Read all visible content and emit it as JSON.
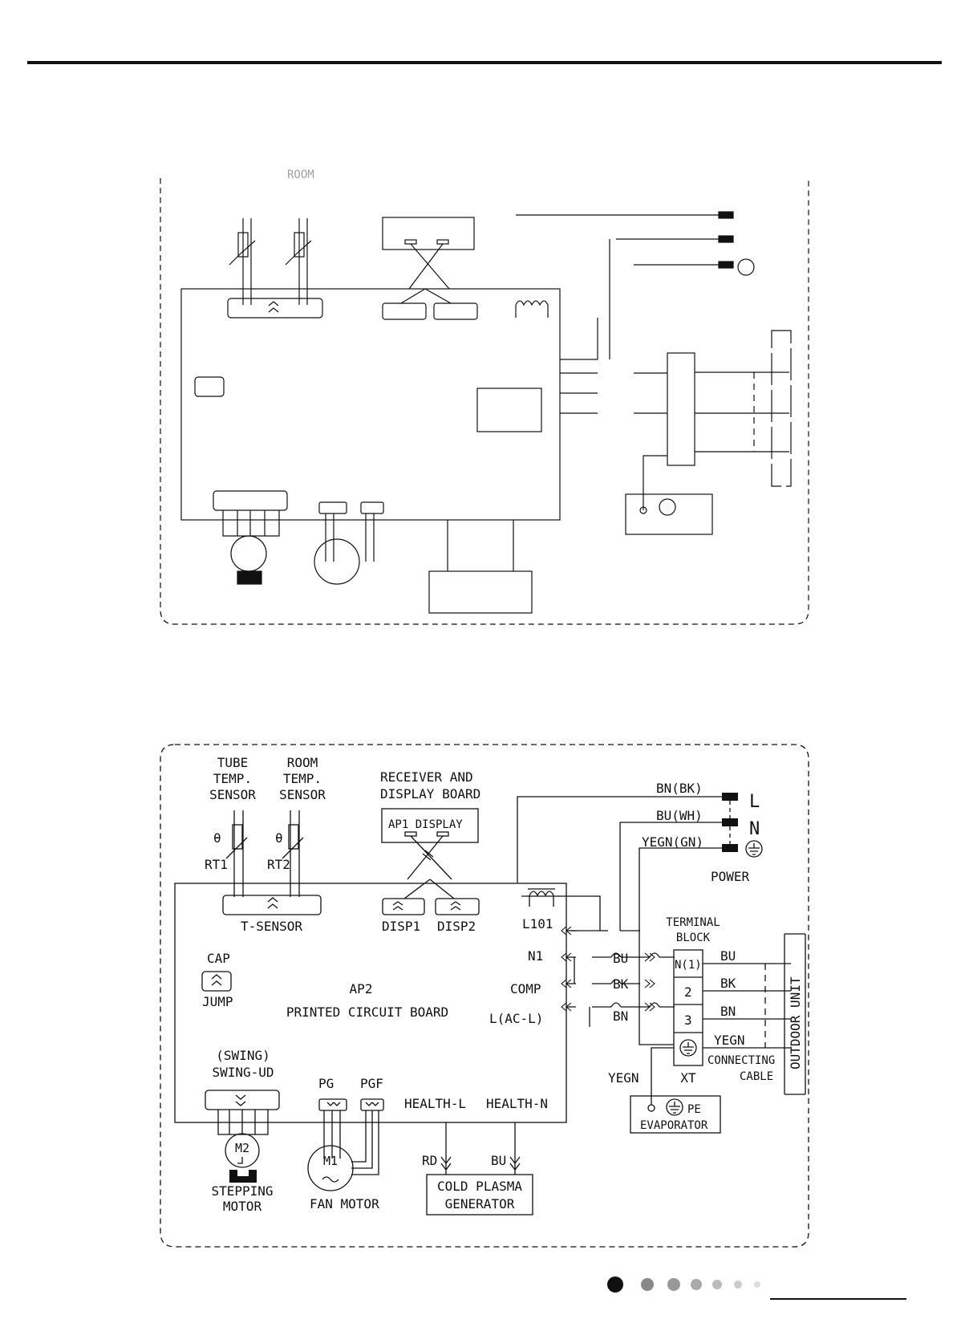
{
  "page": {
    "background": "#ffffff",
    "ink": "#111111"
  },
  "diagram_top": {
    "partial_label": "ROOM"
  },
  "diagram": {
    "tube_sensor": [
      "TUBE",
      "TEMP.",
      "SENSOR"
    ],
    "room_sensor": [
      "ROOM",
      "TEMP.",
      "SENSOR"
    ],
    "theta": "θ",
    "rt1": "RT1",
    "rt2": "RT2",
    "receiver": [
      "RECEIVER AND",
      "DISPLAY BOARD"
    ],
    "ap1": "AP1  DISPLAY",
    "t_sensor": "T-SENSOR",
    "disp1": "DISP1",
    "disp2": "DISP2",
    "l101": "L101",
    "n1": "N1",
    "comp": "COMP",
    "l_ac": "L(AC-L)",
    "cap": "CAP",
    "jump": "JUMP",
    "ap2": "AP2",
    "pcb": "PRINTED CIRCUIT BOARD",
    "swing": [
      "(SWING)",
      "SWING-UD"
    ],
    "pg": "PG",
    "pgf": "PGF",
    "health_l": "HEALTH-L",
    "health_n": "HEALTH-N",
    "m2": "M2",
    "m1": "M1",
    "stepping_motor": [
      "STEPPING",
      "MOTOR"
    ],
    "fan_motor": "FAN MOTOR",
    "rd": "RD",
    "bu_plasma": "BU",
    "plasma": [
      "COLD PLASMA",
      "GENERATOR"
    ],
    "bn_bk": "BN(BK)",
    "bu_wh": "BU(WH)",
    "yegn_gn": "YEGN(GN)",
    "L": "L",
    "N": "N",
    "power": "POWER",
    "terminal_block": [
      "TERMINAL",
      "BLOCK"
    ],
    "wire_bu": "BU",
    "wire_bk": "BK",
    "wire_bn": "BN",
    "wire_yegn": "YEGN",
    "tb_n1": "N(1)",
    "tb_2": "2",
    "tb_3": "3",
    "xt": "XT",
    "yegn_left": "YEGN",
    "connecting_cable": [
      "CONNECTING",
      "CABLE"
    ],
    "outdoor_unit": "OUTDOOR UNIT",
    "pe": "PE",
    "evaporator": "EVAPORATOR"
  },
  "page_indicator": {
    "dot_count": 7,
    "active_index": 0
  }
}
